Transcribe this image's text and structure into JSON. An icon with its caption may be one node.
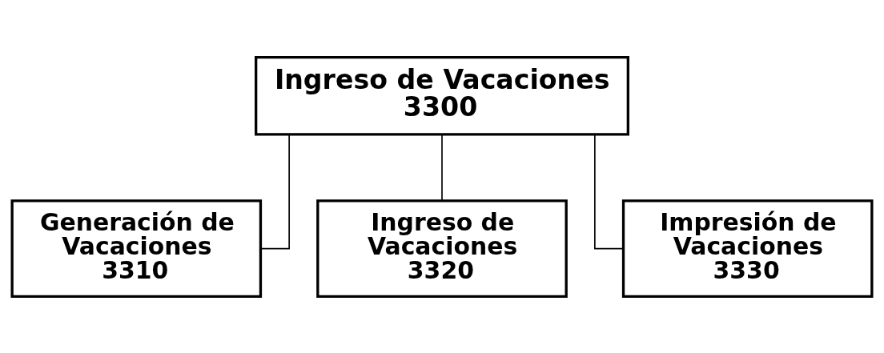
{
  "diagram": {
    "nodes": [
      {
        "text": [
          "Ingreso de Vacaciones",
          "3300"
        ]
      },
      {
        "text": [
          "Generación de Vacaciones",
          "3310"
        ]
      },
      {
        "text": [
          "Ingreso de Vacaciones",
          "3320"
        ]
      },
      {
        "text": [
          "Impresión de Vacaciones",
          "3330"
        ]
      }
    ],
    "edges": [
      {
        "from": 0,
        "to": 1,
        "arrow": "none"
      },
      {
        "from": 0,
        "to": 2,
        "arrow": "none"
      },
      {
        "from": 0,
        "to": 3,
        "arrow": "none"
      }
    ]
  }
}
